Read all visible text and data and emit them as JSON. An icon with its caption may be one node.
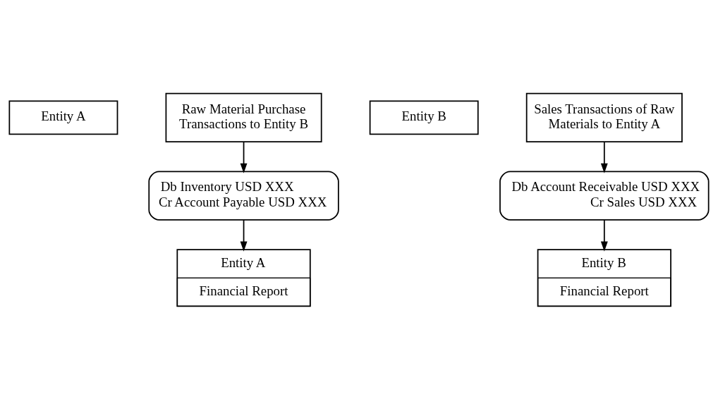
{
  "diagram": {
    "nodes": [
      {
        "text": [
          "Entity A"
        ]
      },
      {
        "text": [
          "Raw Material Purchase Transactions to Entity B"
        ]
      },
      {
        "text": [
          "Entity B"
        ]
      },
      {
        "text": [
          "Sales Transactions of Raw Materials to Entity A"
        ]
      },
      {
        "text": [
          "Db Inventory USD XXX",
          "Cr Account Payable USD XXX"
        ]
      },
      {
        "text": [
          "Db Account Receivable USD XXX",
          "Cr Sales USD XXX"
        ]
      },
      {
        "text": [
          "Entity A",
          "Financial Report"
        ]
      },
      {
        "text": [
          "Entity B",
          "Financial Report"
        ]
      }
    ],
    "edges": [
      {
        "from": 1,
        "to": 4,
        "arrow": "to"
      },
      {
        "from": 4,
        "to": 6,
        "arrow": "to"
      },
      {
        "from": 3,
        "to": 5,
        "arrow": "to"
      },
      {
        "from": 5,
        "to": 7,
        "arrow": "to"
      }
    ]
  }
}
